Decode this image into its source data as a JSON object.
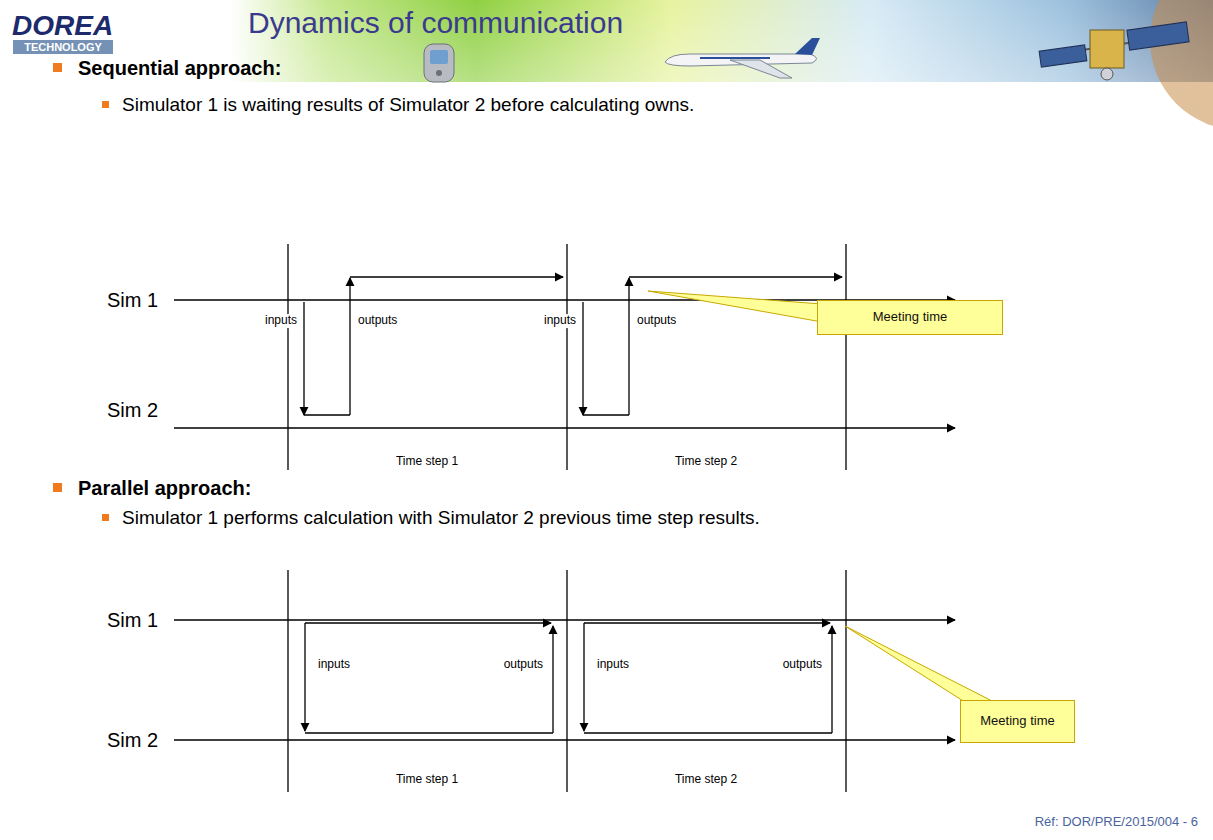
{
  "diagram": {
    "title": "Dynamics of communication",
    "nodes": [
      {
        "text": [
          "Meeting time"
        ]
      },
      {
        "text": [
          "Meeting time"
        ]
      }
    ],
    "labels": [
      "DOREA",
      "TECHNOLOGY",
      "Sequential approach:",
      "Simulator 1 is waiting results of Simulator 2 before calculating owns.",
      "Sim 1",
      "Sim 2",
      "inputs",
      "outputs",
      "inputs",
      "outputs",
      "Time step 1",
      "Time step 2",
      "Parallel approach:",
      "Simulator 1 performs calculation with Simulator 2 previous time step results.",
      "Sim 1",
      "Sim 2",
      "inputs",
      "outputs",
      "inputs",
      "outputs",
      "Time step 1",
      "Time step 2",
      "Réf: DOR/PRE/2015/004 - 6"
    ]
  }
}
